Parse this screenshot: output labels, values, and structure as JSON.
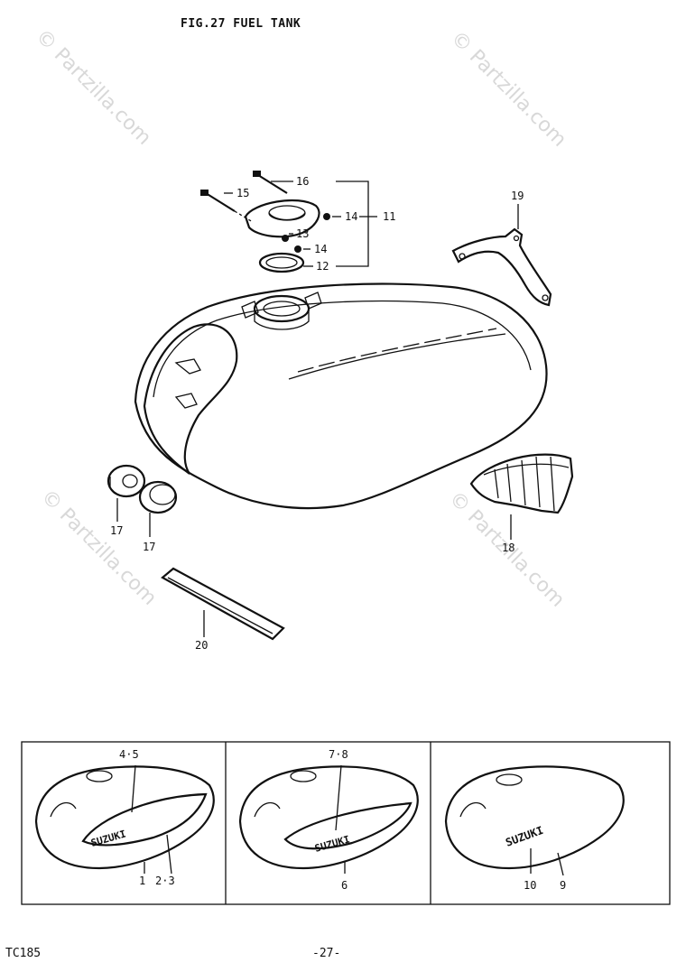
{
  "header": {
    "title": "FIG.27  FUEL TANK"
  },
  "footer": {
    "model": "TC185",
    "page": "-27-"
  },
  "watermark": {
    "text": "© Partzilla.com"
  },
  "labels": {
    "p11": "11",
    "p12": "12",
    "p13": "13",
    "p14a": "14",
    "p14b": "14",
    "p15": "15",
    "p16": "16",
    "p17a": "17",
    "p17b": "17",
    "p18": "18",
    "p19": "19",
    "p20": "20"
  },
  "variants": [
    {
      "top": "4·5",
      "left": "1",
      "right": "2·3",
      "logo": "SUZUKI"
    },
    {
      "top": "7·8",
      "bottom": "6",
      "logo": "SUZUKI"
    },
    {
      "left": "10",
      "right": "9",
      "logo": "SUZUKI"
    }
  ]
}
